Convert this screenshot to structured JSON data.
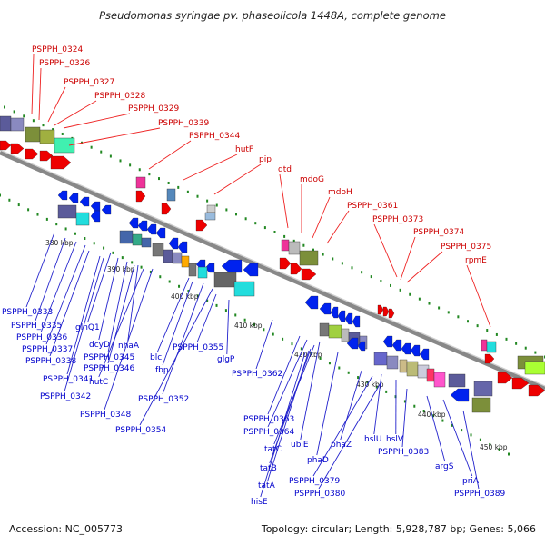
{
  "title": "Pseudomonas syringae pv. phaseolicola 1448A, complete genome",
  "footer": {
    "accession": "Accession: NC_005773",
    "summary": "Topology: circular; Length: 5,928,787 bp; Genes: 5,066"
  },
  "colors": {
    "forward_label": "#cc0000",
    "reverse_label": "#0000cc",
    "forward_arrow": "#ee0000",
    "reverse_arrow": "#0022ee",
    "backbone": "#888888",
    "tick_dots": "#228822"
  },
  "ticks": [
    "380 kbp",
    "390 kbp",
    "400 kbp",
    "410 kbp",
    "420 kbp",
    "430 kbp",
    "440 kbp",
    "450 kbp"
  ],
  "forward_labels": [
    "PSPPH_0324",
    "PSPPH_0326",
    "PSPPH_0327",
    "PSPPH_0328",
    "PSPPH_0329",
    "PSPPH_0339",
    "PSPPH_0344",
    "hutF",
    "pip",
    "dtd",
    "mdoG",
    "mdoH",
    "PSPPH_0361",
    "PSPPH_0373",
    "PSPPH_0374",
    "PSPPH_0375",
    "rpmE"
  ],
  "reverse_labels": [
    "PSPPH_0333",
    "PSPPH_0335",
    "PSPPH_0336",
    "PSPPH_0337",
    "PSPPH_0338",
    "glnQ1",
    "dcyD",
    "nhaA",
    "PSPPH_0341",
    "PSPPH_0345",
    "PSPPH_0346",
    "hutC",
    "PSPPH_0342",
    "blc",
    "fbp",
    "PSPPH_0348",
    "PSPPH_0352",
    "PSPPH_0354",
    "PSPPH_0355",
    "glgP",
    "PSPPH_0362",
    "PSPPH_0363",
    "PSPPH_0364",
    "ubiE",
    "tatC",
    "phaD",
    "tatB",
    "tatA",
    "hisE",
    "phaZ",
    "hslU",
    "hslV",
    "PSPPH_0379",
    "PSPPH_0380",
    "PSPPH_0383",
    "argS",
    "priA",
    "PSPPH_0389"
  ]
}
